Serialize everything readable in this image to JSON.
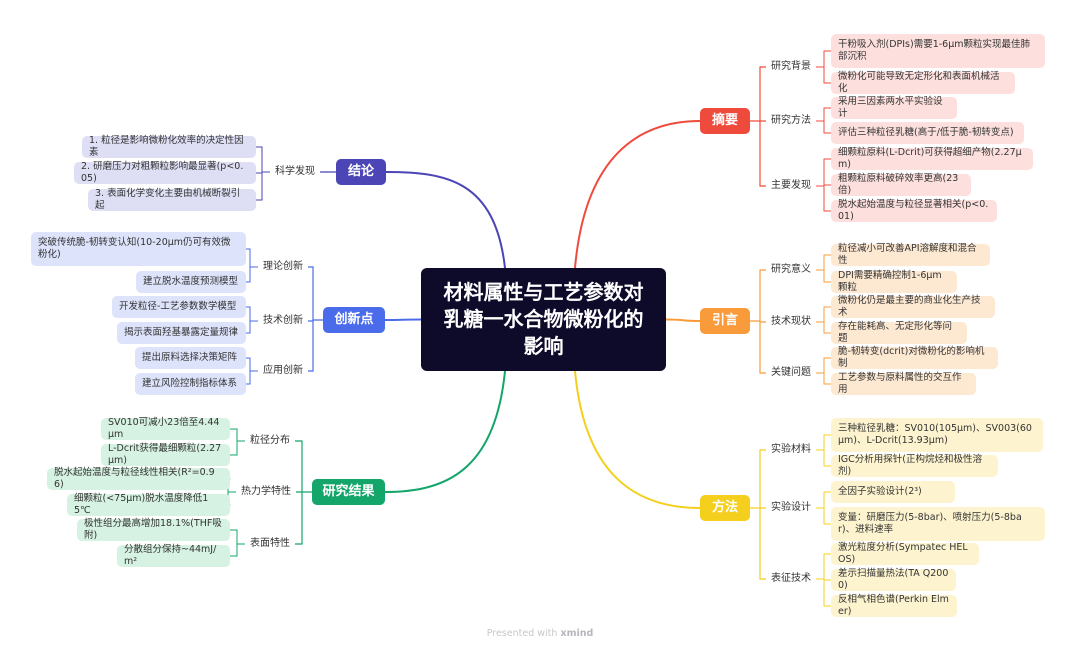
{
  "root": {
    "title": "材料属性与工艺参数对乳糖一水合物微粉化的影响"
  },
  "branches": [
    {
      "id": "abstract",
      "label": "摘要",
      "side": "right",
      "color": "#ef4b3c",
      "leaf_bg": "#fde0de",
      "groups": [
        {
          "label": "研究背景",
          "leaves": [
            "干粉吸入剂(DPIs)需要1-6μm颗粒实现最佳肺部沉积",
            "微粉化可能导致无定形化和表面机械活化"
          ]
        },
        {
          "label": "研究方法",
          "leaves": [
            "采用三因素两水平实验设计",
            "评估三种粒径乳糖(高于/低于脆-韧转变点)"
          ]
        },
        {
          "label": "主要发现",
          "leaves": [
            "细颗粒原料(L-Dcrit)可获得超细产物(2.27μm)",
            "粗颗粒原料破碎效率更高(23倍)",
            "脱水起始温度与粒径显著相关(p<0.01)"
          ]
        }
      ]
    },
    {
      "id": "intro",
      "label": "引言",
      "side": "right",
      "color": "#f99b3b",
      "leaf_bg": "#fde8d2",
      "groups": [
        {
          "label": "研究意义",
          "leaves": [
            "粒径减小可改善API溶解度和混合性",
            "DPI需要精确控制1-6μm颗粒"
          ]
        },
        {
          "label": "技术现状",
          "leaves": [
            "微粉化仍是最主要的商业化生产技术",
            "存在能耗高、无定形化等问题"
          ]
        },
        {
          "label": "关键问题",
          "leaves": [
            "脆-韧转变(dcrit)对微粉化的影响机制",
            "工艺参数与原料属性的交互作用"
          ]
        }
      ]
    },
    {
      "id": "method",
      "label": "方法",
      "side": "right",
      "color": "#f4cf1e",
      "leaf_bg": "#fdf4cf",
      "groups": [
        {
          "label": "实验材料",
          "leaves": [
            "三种粒径乳糖：SV010(105μm)、SV003(60μm)、L-Dcrit(13.93μm)",
            "IGC分析用探针(正构烷烃和极性溶剂)"
          ]
        },
        {
          "label": "实验设计",
          "leaves": [
            "全因子实验设计(2³)",
            "变量：研磨压力(5-8bar)、喷射压力(5-8bar)、进料速率"
          ]
        },
        {
          "label": "表征技术",
          "leaves": [
            "激光粒度分析(Sympatec HELOS)",
            "差示扫描量热法(TA Q2000)",
            "反相气相色谱(Perkin Elmer)"
          ]
        }
      ]
    },
    {
      "id": "conclusion",
      "label": "结论",
      "side": "left",
      "color": "#4b45b5",
      "leaf_bg": "#dedff5",
      "groups": [
        {
          "label": "科学发现",
          "leaves": [
            "1. 粒径是影响微粉化效率的决定性因素",
            "2. 研磨压力对粗颗粒影响最显著(p<0.05)",
            "3. 表面化学变化主要由机械断裂引起"
          ]
        }
      ]
    },
    {
      "id": "innovation",
      "label": "创新点",
      "side": "left",
      "color": "#4a6bea",
      "leaf_bg": "#dde3fb",
      "groups": [
        {
          "label": "理论创新",
          "leaves": [
            "突破传统脆-韧转变认知(10-20μm仍可有效微粉化)",
            "建立脱水温度预测模型"
          ]
        },
        {
          "label": "技术创新",
          "leaves": [
            "开发粒径-工艺参数数学模型",
            "揭示表面羟基暴露定量规律"
          ]
        },
        {
          "label": "应用创新",
          "leaves": [
            "提出原料选择决策矩阵",
            "建立风险控制指标体系"
          ]
        }
      ]
    },
    {
      "id": "results",
      "label": "研究结果",
      "side": "left",
      "color": "#14a56a",
      "leaf_bg": "#d6f2e2",
      "groups": [
        {
          "label": "粒径分布",
          "leaves": [
            "SV010可减小23倍至4.44μm",
            "L-Dcrit获得最细颗粒(2.27μm)"
          ]
        },
        {
          "label": "热力学特性",
          "leaves": [
            "脱水起始温度与粒径线性相关(R²=0.96)",
            "细颗粒(<75μm)脱水温度降低15℃"
          ]
        },
        {
          "label": "表面特性",
          "leaves": [
            "极性组分最高增加18.1%(THF吸附)",
            "分散组分保持~44mJ/m²"
          ]
        }
      ]
    }
  ],
  "footer": {
    "prefix": "Presented with",
    "brand": "xmind"
  }
}
